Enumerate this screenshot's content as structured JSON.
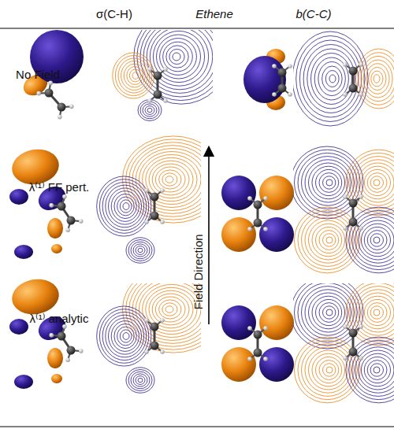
{
  "diagram": {
    "labels": [
      "σ(C-H)",
      "Ethene",
      "b(C-C)",
      "No Field",
      "λ⁽¹⁾ FF pert.",
      "λ⁽¹⁾ analytic",
      "Field Direction"
    ]
  }
}
